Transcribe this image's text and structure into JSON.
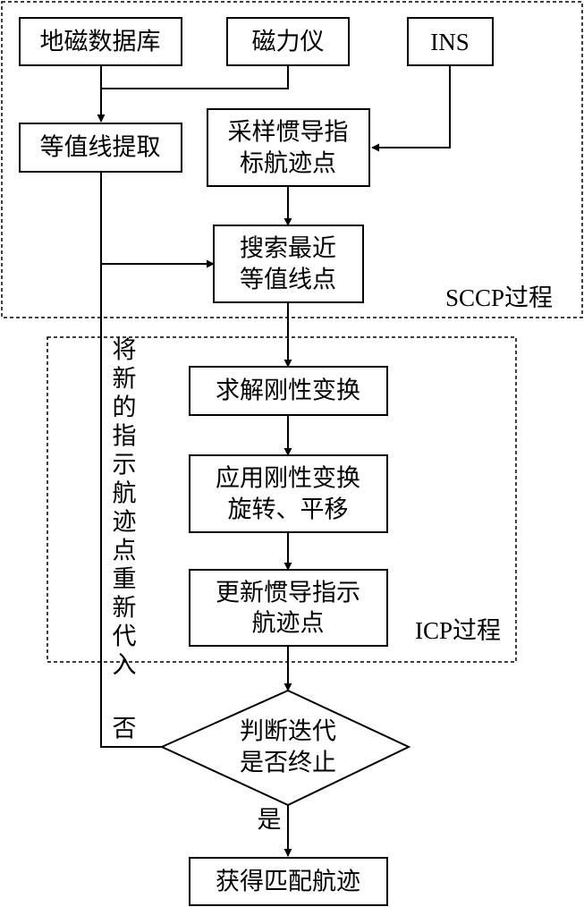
{
  "nodes": {
    "geomag_db": "地磁数据库",
    "magnetometer": "磁力仪",
    "ins": "INS",
    "contour_extract": "等值线提取",
    "sample_ins_1": "采样惯导指",
    "sample_ins_2": "标航迹点",
    "search_nearest_1": "搜索最近",
    "search_nearest_2": "等值线点",
    "solve_rigid": "求解刚性变换",
    "apply_rigid_1": "应用刚性变换",
    "apply_rigid_2": "旋转、平移",
    "update_ins_1": "更新惯导指示",
    "update_ins_2": "航迹点",
    "judge_1": "判断迭代",
    "judge_2": "是否终止",
    "result": "获得匹配航迹"
  },
  "groups": {
    "sccp": "SCCP过程",
    "icp": "ICP过程"
  },
  "edges": {
    "no": "否",
    "yes": "是",
    "feedback": [
      "将",
      "新",
      "的",
      "指",
      "示",
      "航",
      "迹",
      "点",
      "重",
      "新",
      "代",
      "入"
    ]
  }
}
